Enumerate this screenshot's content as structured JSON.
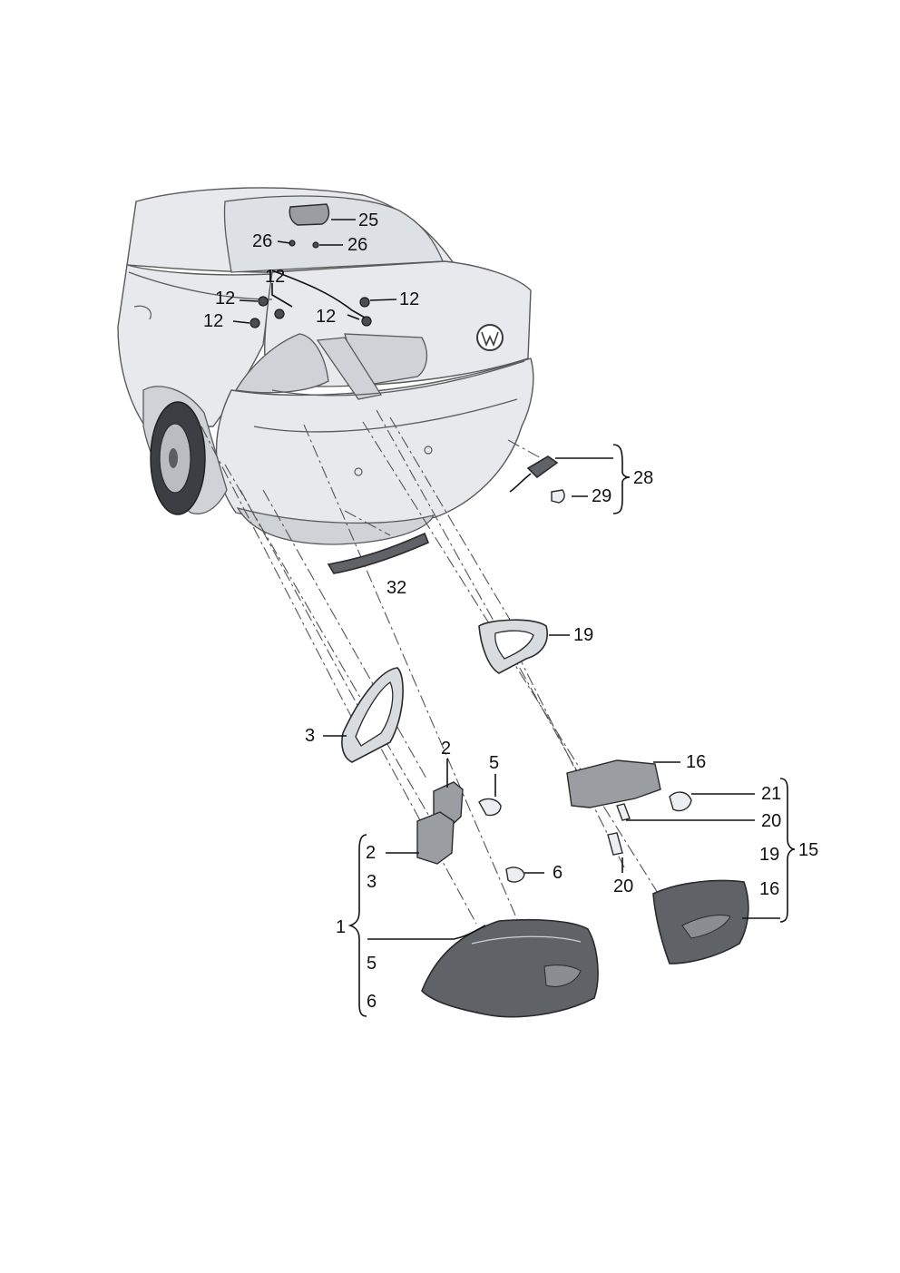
{
  "callouts": {
    "p25": "25",
    "p26a": "26",
    "p26b": "26",
    "p12top": "12",
    "p12a": "12",
    "p12b": "12",
    "p12c": "12",
    "p12d": "12",
    "p28": "28",
    "p29": "29",
    "p32": "32",
    "p19a": "19",
    "p3a": "3",
    "p2a": "2",
    "p5a": "5",
    "p16a": "16",
    "p21": "21",
    "p20a": "20",
    "p2b": "2",
    "p3b": "3",
    "p6a": "6",
    "p19b": "19",
    "p15": "15",
    "p20b": "20",
    "p16b": "16",
    "p1": "1",
    "p5b": "5",
    "p6b": "6"
  }
}
